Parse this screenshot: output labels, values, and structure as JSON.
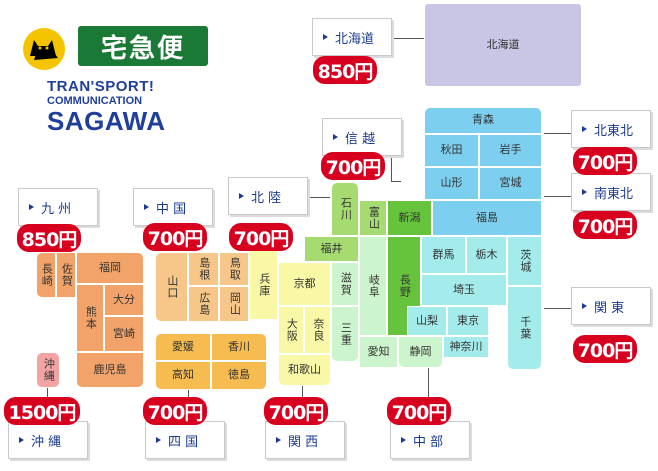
{
  "logo": {
    "takkyubin": "宅急便",
    "line1": "TRAN'SPORT!",
    "line2": "COMMUNICATION",
    "line3": "SAGAWA"
  },
  "regions": {
    "hokkaido": {
      "label": "北海道",
      "price": "850円"
    },
    "shinetsu": {
      "label": "信 越",
      "price": "700円"
    },
    "hokuriku": {
      "label": "北 陸",
      "price": "700円"
    },
    "kyushu": {
      "label": "九 州",
      "price": "850円"
    },
    "chugoku": {
      "label": "中 国",
      "price": "700円"
    },
    "kitatohoku": {
      "label": "北東北",
      "price": "700円"
    },
    "minamitohoku": {
      "label": "南東北",
      "price": "700円"
    },
    "kanto": {
      "label": "関 東",
      "price": "700円"
    },
    "okinawa": {
      "label": "沖 縄",
      "price": "1500円"
    },
    "shikoku": {
      "label": "四 国",
      "price": "700円"
    },
    "kansai": {
      "label": "関 西",
      "price": "700円"
    },
    "chubu": {
      "label": "中 部",
      "price": "700円"
    }
  },
  "prefectures": {
    "hokkaido": "北海道",
    "aomori": "青森",
    "akita": "秋田",
    "iwate": "岩手",
    "yamagata": "山形",
    "miyagi": "宮城",
    "fukushima": "福島",
    "ishikawa": "石川",
    "toyama": "富山",
    "niigata": "新潟",
    "fukui": "福井",
    "gifu": "岐阜",
    "nagano": "長野",
    "gunma": "群馬",
    "tochigi": "栃木",
    "ibaraki": "茨城",
    "saitama": "埼玉",
    "chiba": "千葉",
    "yamanashi": "山梨",
    "tokyo": "東京",
    "kanagawa": "神奈川",
    "aichi": "愛知",
    "shizuoka": "静岡",
    "shiga": "滋賀",
    "kyoto": "京都",
    "hyogo": "兵庫",
    "osaka": "大阪",
    "nara": "奈良",
    "wakayama": "和歌山",
    "mie": "三重",
    "tottori": "鳥取",
    "shimane": "島根",
    "okayama": "岡山",
    "hiroshima": "広島",
    "yamaguchi": "山口",
    "ehime": "愛媛",
    "kagawa": "香川",
    "kochi": "高知",
    "tokushima": "徳島",
    "fukuoka": "福岡",
    "saga": "佐賀",
    "nagasaki": "長崎",
    "kumamoto": "熊本",
    "oita": "大分",
    "miyazaki": "宮崎",
    "kagoshima": "鹿児島",
    "okinawa": "沖縄"
  },
  "colors": {
    "hokkaido": "#c8c6e4",
    "tohoku": "#7dcff0",
    "kanto": "#a4ecec",
    "shinetsu": "#66c43c",
    "hokuriku": "#a6db72",
    "chubu": "#cdf5cd",
    "kansai": "#f8f8a6",
    "chugoku": "#f6c788",
    "shikoku": "#f7bc50",
    "kyushu": "#f2a36a",
    "okinawa": "#f4a3a3",
    "price": "#d8001f"
  }
}
